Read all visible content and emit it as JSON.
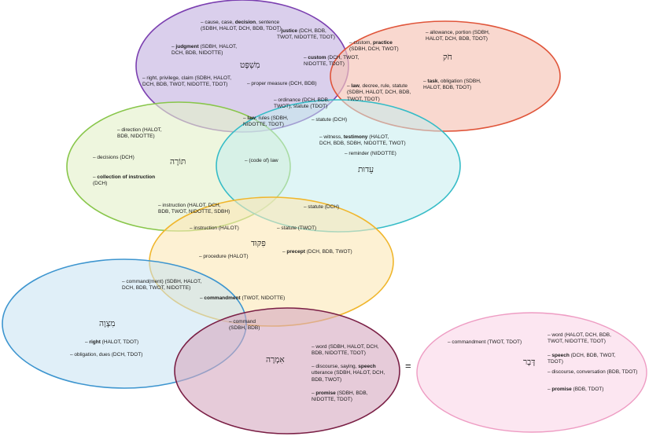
{
  "words": {
    "mishpat": "מִשְׁפָּט",
    "choq": "חֹק",
    "torah": "תּוֹרָה",
    "edut": "עֵדוּת",
    "piqqud": "פִּקּוּד",
    "mitsvah": "מִצְוָה",
    "imrah": "אִמְרָה",
    "davar": "דָּבָר"
  },
  "equals": "=",
  "colors": {
    "mishpat": {
      "fill": "#c9b8e3",
      "stroke": "#7b3fb0"
    },
    "choq": {
      "fill": "#f6c5b8",
      "stroke": "#e0553a"
    },
    "torah": {
      "fill": "#e3f0c9",
      "stroke": "#88c64a"
    },
    "edut": {
      "fill": "#c5ecee",
      "stroke": "#36bcc7"
    },
    "piqqud": {
      "fill": "#fbe7b5",
      "stroke": "#f0b62c"
    },
    "mitsvah": {
      "fill": "#c7e1f2",
      "stroke": "#3d95cf"
    },
    "imrah": {
      "fill": "#d6a9bf",
      "stroke": "#7a1f45"
    },
    "davar": {
      "fill": "#fbe2ee",
      "stroke": "#ee9cc3"
    }
  },
  "labels": {
    "cause_case": [
      "– cause, case, ",
      "decision",
      ", sentence",
      "(SDBH, HALOT, DCH, BDB, TDOT)"
    ],
    "justice": [
      "– ",
      "justice",
      " (DCH, BDB,",
      "TWOT, NIDOTTE, TDOT)"
    ],
    "judgment": [
      "– ",
      "judgment",
      " (SDBH, HALOT,",
      "DCH, BDB, NIDOTTE)"
    ],
    "custom_mishpat": [
      "– ",
      "custom",
      " (DCH, TWOT,",
      "NIDOTTE, TDOT)"
    ],
    "right_privilege": [
      "– right, privilege, claim (SDBH, HALOT,",
      "DCH, BDB, TWOT, NIDOTTE, TDOT)"
    ],
    "proper_measure": "– proper measure (DCH, BDB)",
    "ordinance": [
      "– ordinance (DCH, BDB,",
      "TWOT), statute (TDOT)"
    ],
    "law_rules": [
      "– ",
      "law",
      ", rules (SDBH,",
      "NIDOTTE, TDOT)"
    ],
    "statute_mishpat_edut": "– statute (DCH)",
    "custom_practice": [
      "– custom, ",
      "practice",
      "(SDBH, DCH, TWOT)"
    ],
    "allowance": [
      "– allowance, portion (SDBH,",
      "HALOT, DCH, BDB, TDOT)"
    ],
    "law_decree": [
      "– ",
      "law",
      ", decree, rule, statute",
      "(SDBH, HALOT, DCH, BDB,",
      "TWOT, TDOT)"
    ],
    "task": [
      "– ",
      "task",
      ", obligation (SDBH,",
      "HALOT, BDB, TDOT)"
    ],
    "direction": [
      "– direction (HALOT,",
      "BDB, NIDOTTE)"
    ],
    "decisions": "– decisions (DCH)",
    "collection": [
      "– ",
      "collection of instruction",
      "(DCH)"
    ],
    "code_of_law": "– (code of) law",
    "witness": [
      "– witness, ",
      "testimony",
      " (HALOT,",
      "DCH, BDB, SDBH, NIDOTTE, TWOT)"
    ],
    "reminder": "– reminder (NIDOTTE)",
    "instruction_long": [
      "– instruction (HALOT, DCH,",
      "BDB, TWOT, NIDOTTE, SDBH)"
    ],
    "statute_edut_piqqud": "– statute (DCH)",
    "instruction_halot": "– instruction (HALOT)",
    "statute_twot": "– statute (TWOT)",
    "precept": [
      "– ",
      "precept",
      " (DCH, BDB, TWOT)"
    ],
    "procedure": "– procedure (HALOT)",
    "commandment_long": [
      "– command(ment) (SDBH, HALOT,",
      "DCH, BDB, TWOT, NIDOTTE)"
    ],
    "commandment_twot": [
      "– ",
      "commandment",
      " (TWOT, NIDOTTE)"
    ],
    "right": [
      "– ",
      "right",
      " (HALOT, TDOT)"
    ],
    "obligation": "– obligation, dues (DCH, TDOT)",
    "command_sdbh": [
      "– command",
      "(SDBH, BDB)"
    ],
    "word_imrah": [
      "– word (SDBH, HALOT, DCH,",
      "BDB, NIDOTTE, TDOT)"
    ],
    "discourse": [
      "– discourse, saying, ",
      "speech",
      "utterance (SDBH, HALOT, DCH,",
      "BDB, TWOT)"
    ],
    "promise_imrah": [
      "– ",
      "promise",
      " (SDBH, BDB,",
      "NIDOTTE, TDOT)"
    ],
    "commandment_davar": "– commandment (TWOT, TDOT)",
    "word_davar": [
      "– word (HALOT, DCH, BDB,",
      "TWOT, NIDOTTE, TDOT)"
    ],
    "speech_davar": [
      "– ",
      "speech",
      " (DCH, BDB, TWOT,",
      "TDOT)"
    ],
    "discourse_davar": "– discourse, conversation (BDB, TDOT)",
    "promise_davar": [
      "– ",
      "promise",
      " (BDB, TDOT)"
    ]
  }
}
